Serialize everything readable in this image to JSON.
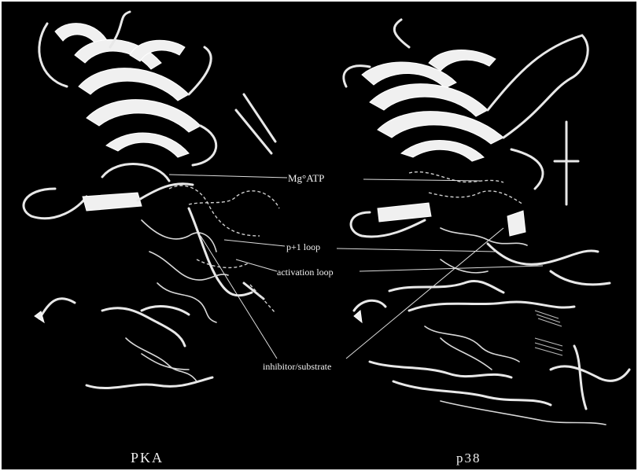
{
  "figure": {
    "labels": {
      "mgatp": "Mg°ATP",
      "p1loop": "p+1 loop",
      "activation": "activation loop",
      "inhibitor": "inhibitor/substrate"
    },
    "panels": {
      "left": "PKA",
      "right": "p38"
    }
  },
  "colors": {
    "background": "#000000",
    "frame": "#ffffff",
    "structure": "#f0f0f0"
  }
}
